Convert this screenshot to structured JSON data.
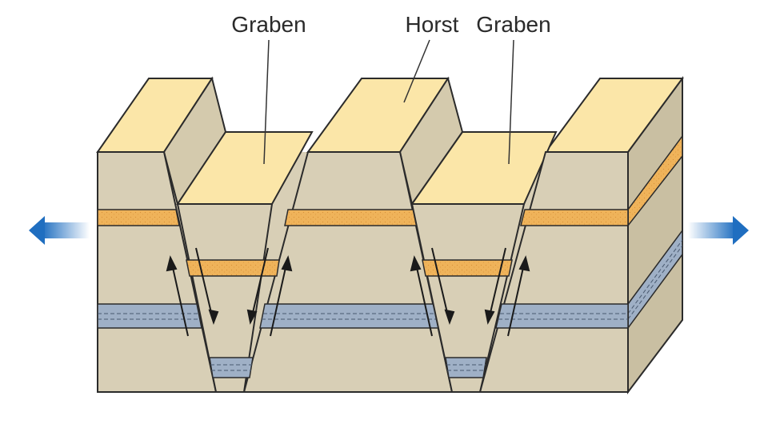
{
  "labels": {
    "graben_left": "Graben",
    "horst": "Horst",
    "graben_right": "Graben"
  },
  "colors": {
    "top_surface": "#fbe6a8",
    "rock": "#d8cfb6",
    "rock_side": "#c8bfa3",
    "sandstone": "#efb35a",
    "shale": "#9fb0c6",
    "outline": "#2b2b2b",
    "arrow": "#1f6ec0"
  }
}
